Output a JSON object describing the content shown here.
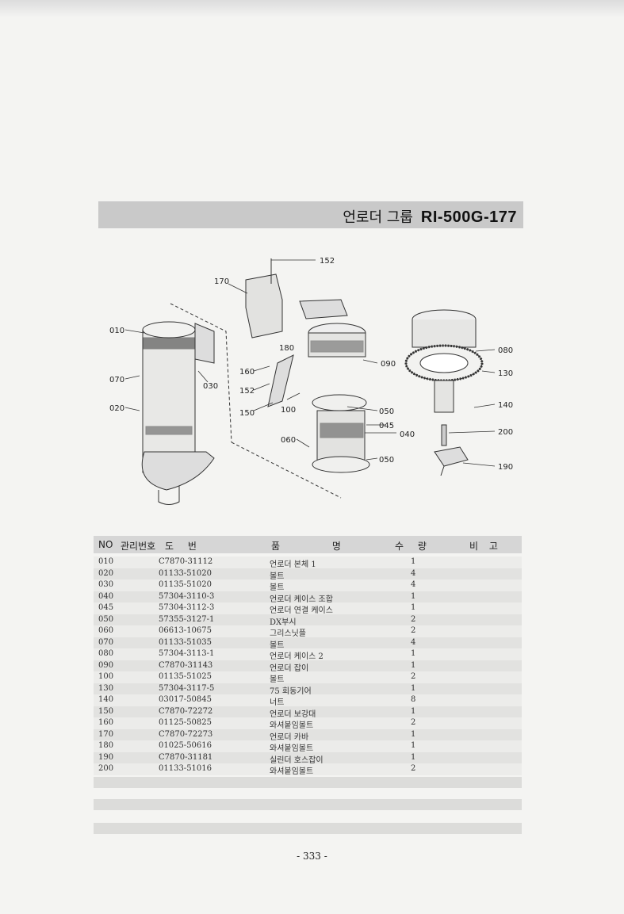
{
  "header": {
    "group_title": "언로더 그룹",
    "model_code": "RI-500G-177"
  },
  "diagram": {
    "callouts": [
      "152",
      "170",
      "010",
      "180",
      "080",
      "090",
      "130",
      "160",
      "070",
      "030",
      "152",
      "140",
      "150",
      "100",
      "050",
      "020",
      "045",
      "040",
      "200",
      "060",
      "050",
      "190"
    ]
  },
  "table": {
    "columns": {
      "no": "NO",
      "mgmt": "관리번호",
      "drawing": "도 번",
      "name": "품 명",
      "qty": "수 량",
      "remark": "비 고"
    },
    "rows": [
      {
        "no": "010",
        "part": "C7870-31112",
        "name": "언로더 본체 1",
        "qty": "1"
      },
      {
        "no": "020",
        "part": "01133-51020",
        "name": "볼트",
        "qty": "4"
      },
      {
        "no": "030",
        "part": "01135-51020",
        "name": "볼트",
        "qty": "4"
      },
      {
        "no": "040",
        "part": "57304-3110-3",
        "name": "언로더 케이스 조합",
        "qty": "1"
      },
      {
        "no": "045",
        "part": "57304-3112-3",
        "name": "언로더 연결 케이스",
        "qty": "1"
      },
      {
        "no": "050",
        "part": "57355-3127-1",
        "name": "DX부시",
        "qty": "2"
      },
      {
        "no": "060",
        "part": "06613-10675",
        "name": "그리스닛플",
        "qty": "2"
      },
      {
        "no": "070",
        "part": "01133-51035",
        "name": "볼트",
        "qty": "4"
      },
      {
        "no": "080",
        "part": "57304-3113-1",
        "name": "언로더 케이스 2",
        "qty": "1"
      },
      {
        "no": "090",
        "part": "C7870-31143",
        "name": "언로더 잡이",
        "qty": "1"
      },
      {
        "no": "100",
        "part": "01135-51025",
        "name": "볼트",
        "qty": "2"
      },
      {
        "no": "130",
        "part": "57304-3117-5",
        "name": "75 회동기어",
        "qty": "1"
      },
      {
        "no": "140",
        "part": "03017-50845",
        "name": "너트",
        "qty": "8"
      },
      {
        "no": "150",
        "part": "C7870-72272",
        "name": "언로더 보강대",
        "qty": "1"
      },
      {
        "no": "160",
        "part": "01125-50825",
        "name": "와셔붙임볼트",
        "qty": "2"
      },
      {
        "no": "170",
        "part": "C7870-72273",
        "name": "언로더 카바",
        "qty": "1"
      },
      {
        "no": "180",
        "part": "01025-50616",
        "name": "와셔붙임볼트",
        "qty": "1"
      },
      {
        "no": "190",
        "part": "C7870-31181",
        "name": "실린더 호스잡이",
        "qty": "1"
      },
      {
        "no": "200",
        "part": "01133-51016",
        "name": "와셔붙임볼트",
        "qty": "2"
      }
    ]
  },
  "page_number": "- 333 -"
}
